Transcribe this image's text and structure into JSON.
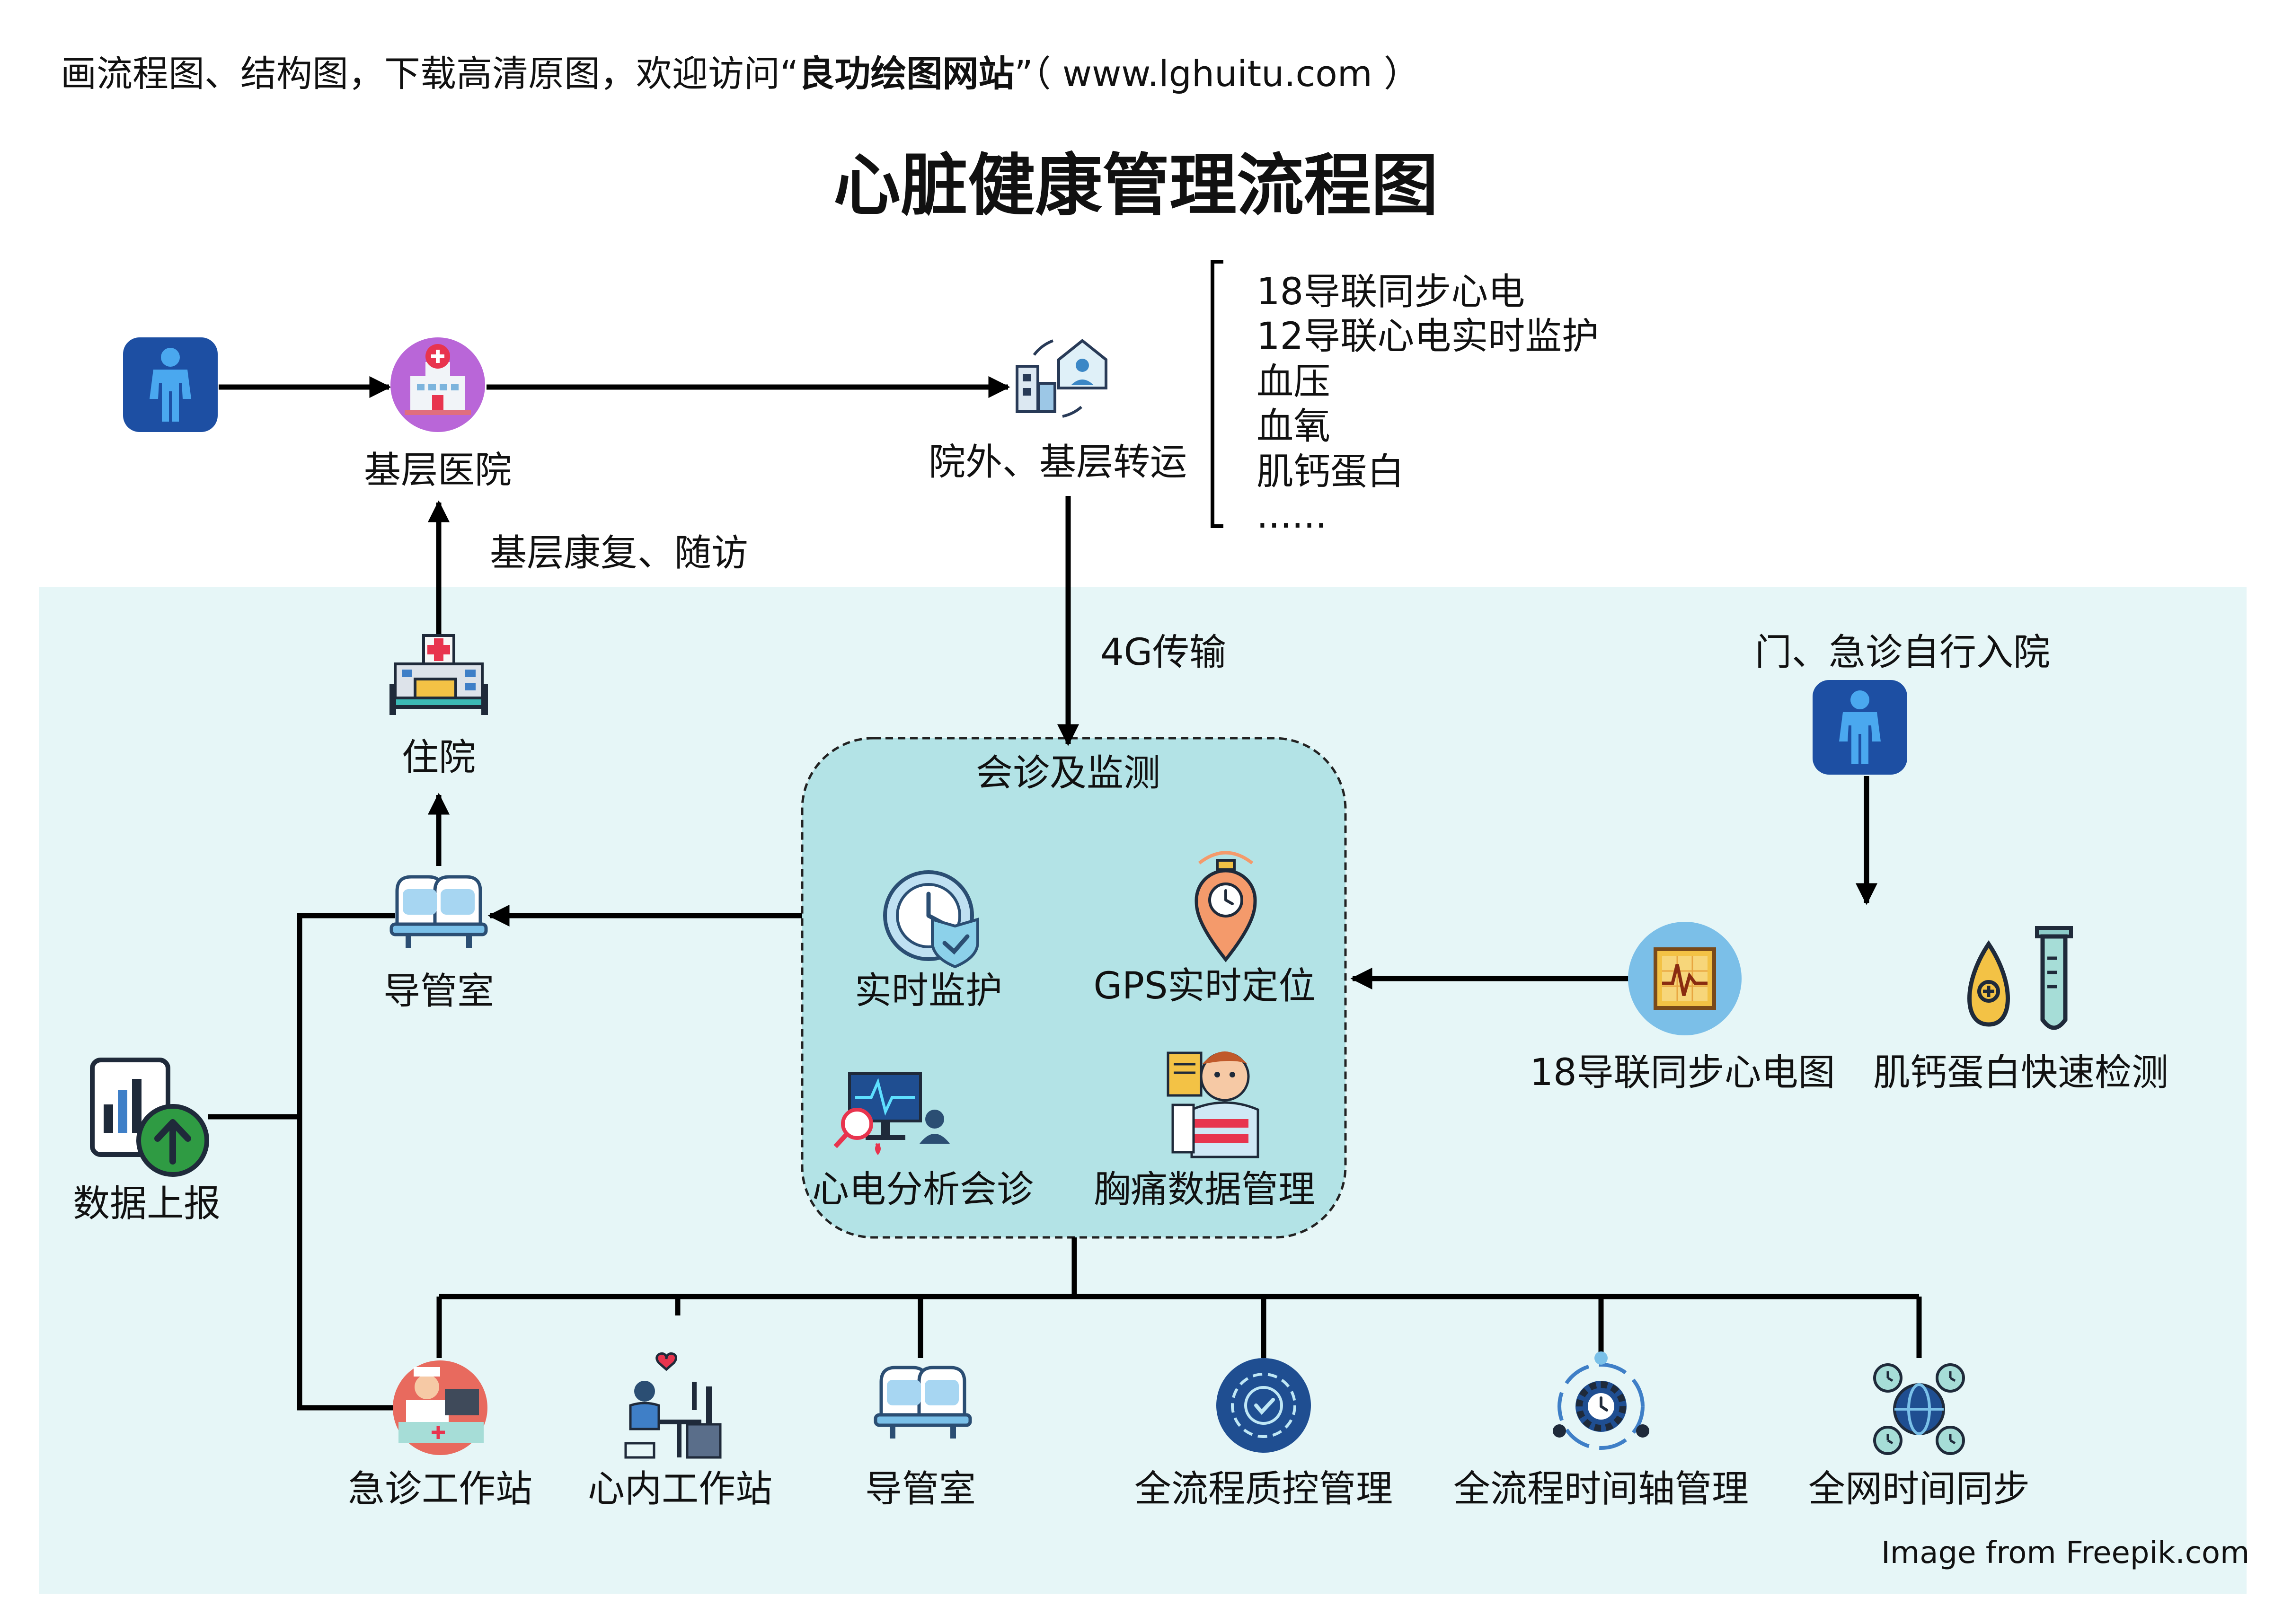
{
  "header": {
    "text_before": "画流程图、结构图，下载高清原图，欢迎访问“",
    "site_name": "良功绘图网站",
    "text_after": "”（ www.lghuitu.com ）"
  },
  "title": "心脏健康管理流程图",
  "nodes": {
    "patient_top": "",
    "primary_hospital": "基层医院",
    "transfer": "院外、基层转运",
    "hospitalization": "住院",
    "cath_lab_left": "导管室",
    "data_report": "数据上报",
    "consultation_box": "会诊及监测",
    "realtime_monitor": "实时监护",
    "gps": "GPS实时定位",
    "ecg_consult": "心电分析会诊",
    "chest_pain": "胸痛数据管理",
    "self_admission": "门、急诊自行入院",
    "ecg18": "18导联同步心电图",
    "troponin_test": "肌钙蛋白快速检测"
  },
  "edge_labels": {
    "rehab_followup": "基层康复、随访",
    "transmission": "4G传输"
  },
  "monitor_list": [
    "18导联同步心电",
    "12导联心电实时监护",
    "血压",
    "血氧",
    "肌钙蛋白",
    "......"
  ],
  "bottom_nodes": [
    "急诊工作站",
    "心内工作站",
    "导管室",
    "全流程质控管理",
    "全流程时间轴管理",
    "全网时间同步"
  ],
  "footer": "Image from Freepik.com",
  "colors": {
    "panel_bg": "#e6f6f7",
    "consult_bg": "#b3e3e6",
    "patient_icon": "#1d4fa3",
    "hospital_circle": "#b966d8",
    "emergency_circle": "#e86a5e",
    "qc_circle": "#1f4e91",
    "ecg_circle": "#7bbfe8",
    "line": "#000000"
  },
  "icons": {
    "patient": "person-icon",
    "hospital": "hospital-icon",
    "transfer": "transfer-buildings-icon",
    "hospitalization": "hospital-bed-icon",
    "cath_lab": "cath-lab-icon",
    "data_report": "chart-upload-icon",
    "realtime_monitor": "clock-shield-icon",
    "gps": "location-pin-icon",
    "ecg_consult": "ecg-monitor-icon",
    "chest_pain": "doctor-records-icon",
    "ecg18": "ecg-chart-icon",
    "troponin": "test-tube-icon",
    "emergency": "emergency-station-icon",
    "cardiology": "cardiology-workstation-icon",
    "quality_control": "quality-control-icon",
    "timeline": "timeline-gear-icon",
    "network_sync": "network-globe-icon"
  }
}
